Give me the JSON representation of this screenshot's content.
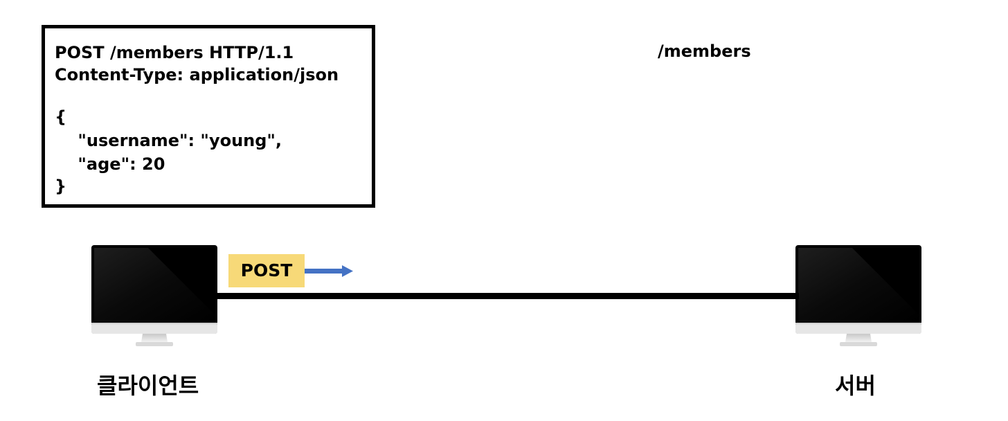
{
  "request": {
    "lines": [
      "POST /members HTTP/1.1",
      "Content-Type: application/json",
      "{",
      "    \"username\": \"young\",",
      "    \"age\": 20",
      "}"
    ]
  },
  "resource_path": "/members",
  "method_badge": "POST",
  "client_label": "클라이언트",
  "server_label": "서버",
  "colors": {
    "badge": "#f7d978",
    "arrow": "#4472c4",
    "line": "#000000"
  }
}
